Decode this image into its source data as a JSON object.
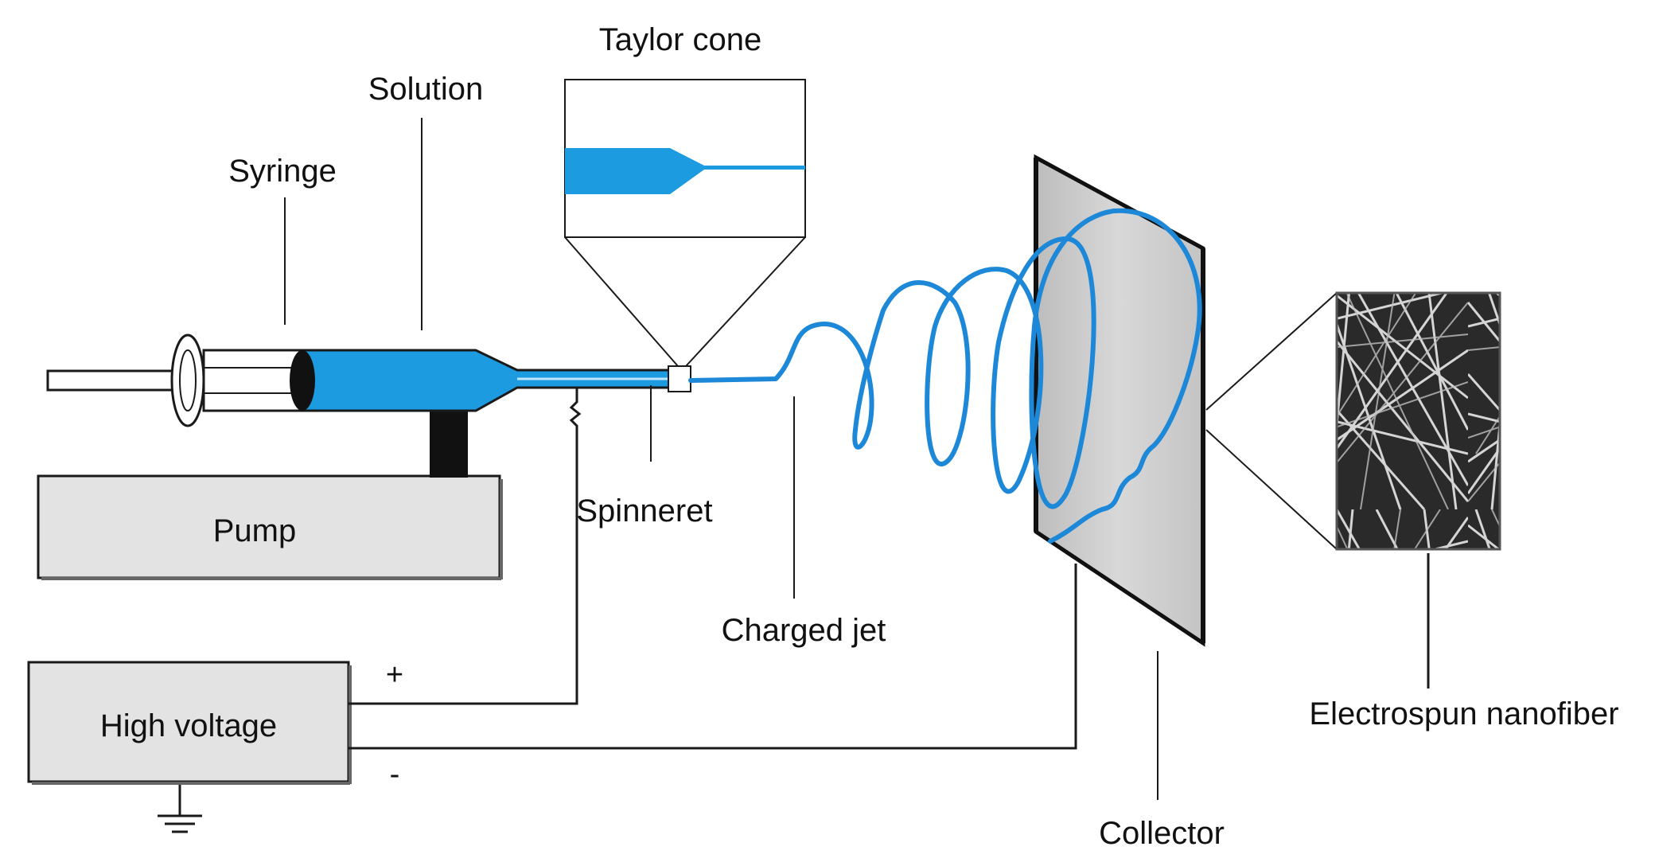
{
  "labels": {
    "taylor_cone": "Taylor cone",
    "solution": "Solution",
    "syringe": "Syringe",
    "pump": "Pump",
    "spinneret": "Spinneret",
    "charged_jet": "Charged jet",
    "high_voltage": "High voltage",
    "plus": "+",
    "minus": "-",
    "collector": "Collector",
    "nanofiber": "Electrospun nanofiber"
  },
  "colors": {
    "solution_blue": "#1c9be0",
    "jet_blue": "#1e88d8",
    "box_fill": "#e3e3e3",
    "collector_fill": "#cfcfcf",
    "outline": "#1a1a1a"
  }
}
